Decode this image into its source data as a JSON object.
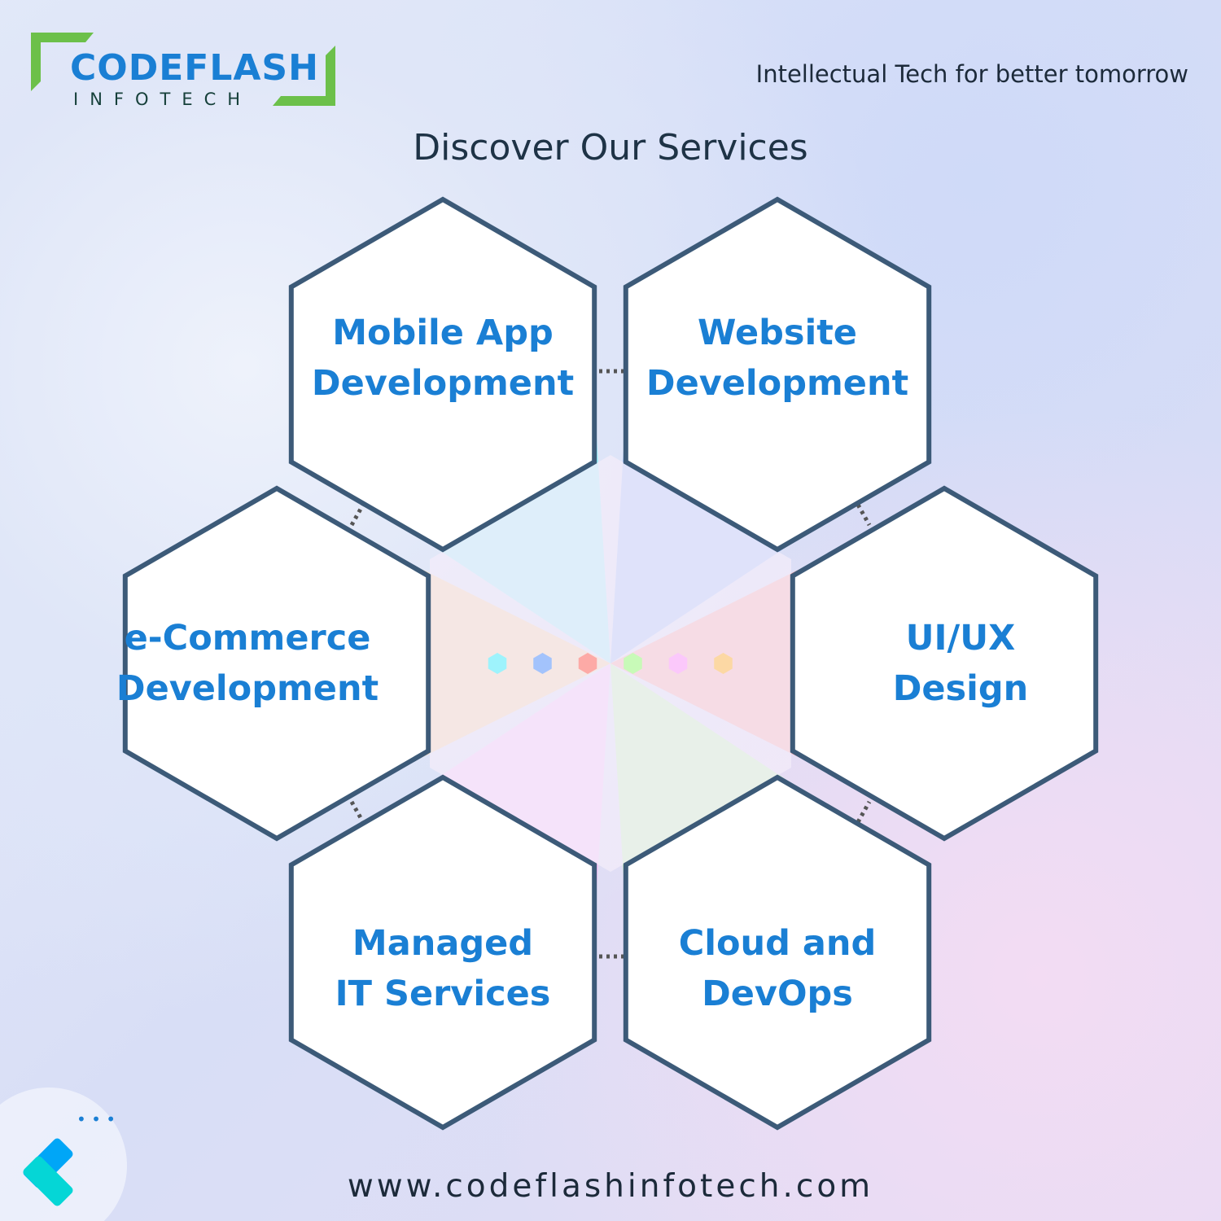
{
  "logo": {
    "name": "CODEFLASH",
    "sub": "INFOTECH",
    "accent": "#6cc04a",
    "brand": "#1a7fd4"
  },
  "tagline": "Intellectual Tech for better tomorrow",
  "title": "Discover Our Services",
  "services": [
    {
      "line1": "Mobile App",
      "line2": "Development",
      "color": "#9ef3fc"
    },
    {
      "line1": "Website",
      "line2": "Development",
      "color": "#a3c3fc"
    },
    {
      "line1": "UI/UX",
      "line2": "Design",
      "color": "#fdaaa6"
    },
    {
      "line1": "Cloud and",
      "line2": "DevOps",
      "color": "#c8fab8"
    },
    {
      "line1": "Managed",
      "line2": "IT Services",
      "color": "#fbc8fb"
    },
    {
      "line1": "e-Commerce",
      "line2": "Development",
      "color": "#fcd8a4"
    }
  ],
  "url": "www.codeflashinfotech.com"
}
